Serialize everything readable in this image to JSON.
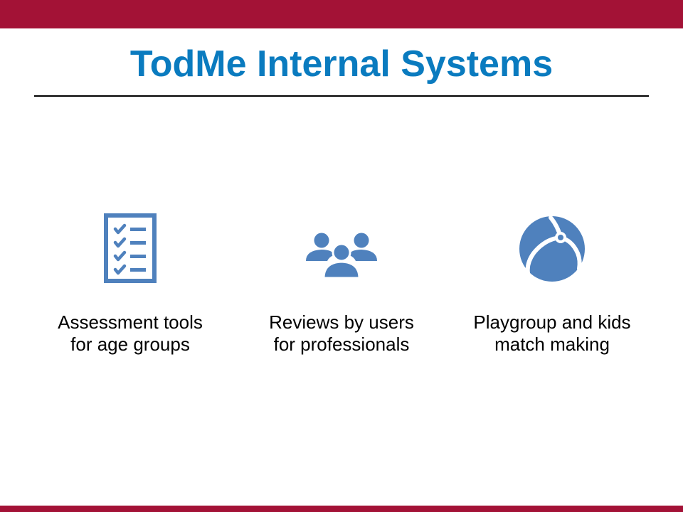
{
  "slide": {
    "title": "TodMe Internal Systems",
    "accent_color": "#a31236",
    "title_color": "#0a7bbf",
    "icon_color": "#4f81bd"
  },
  "features": [
    {
      "icon": "checklist-icon",
      "line1": "Assessment tools",
      "line2": "for age groups"
    },
    {
      "icon": "people-group-icon",
      "line1": "Reviews by users",
      "line2": "for professionals"
    },
    {
      "icon": "beach-ball-icon",
      "line1": "Playgroup and kids",
      "line2": "match making"
    }
  ]
}
